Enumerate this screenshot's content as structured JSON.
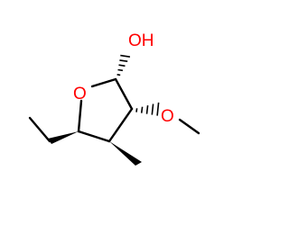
{
  "structure": {
    "atoms": [
      {
        "id": "ring-oxygen",
        "text": "O",
        "color": "#ff0000"
      },
      {
        "id": "hydroxyl",
        "text": "OH",
        "color": "#ff0000"
      },
      {
        "id": "methoxy-oxygen",
        "text": "O",
        "color": "#ff0000"
      }
    ],
    "bond_color": "#000000"
  }
}
